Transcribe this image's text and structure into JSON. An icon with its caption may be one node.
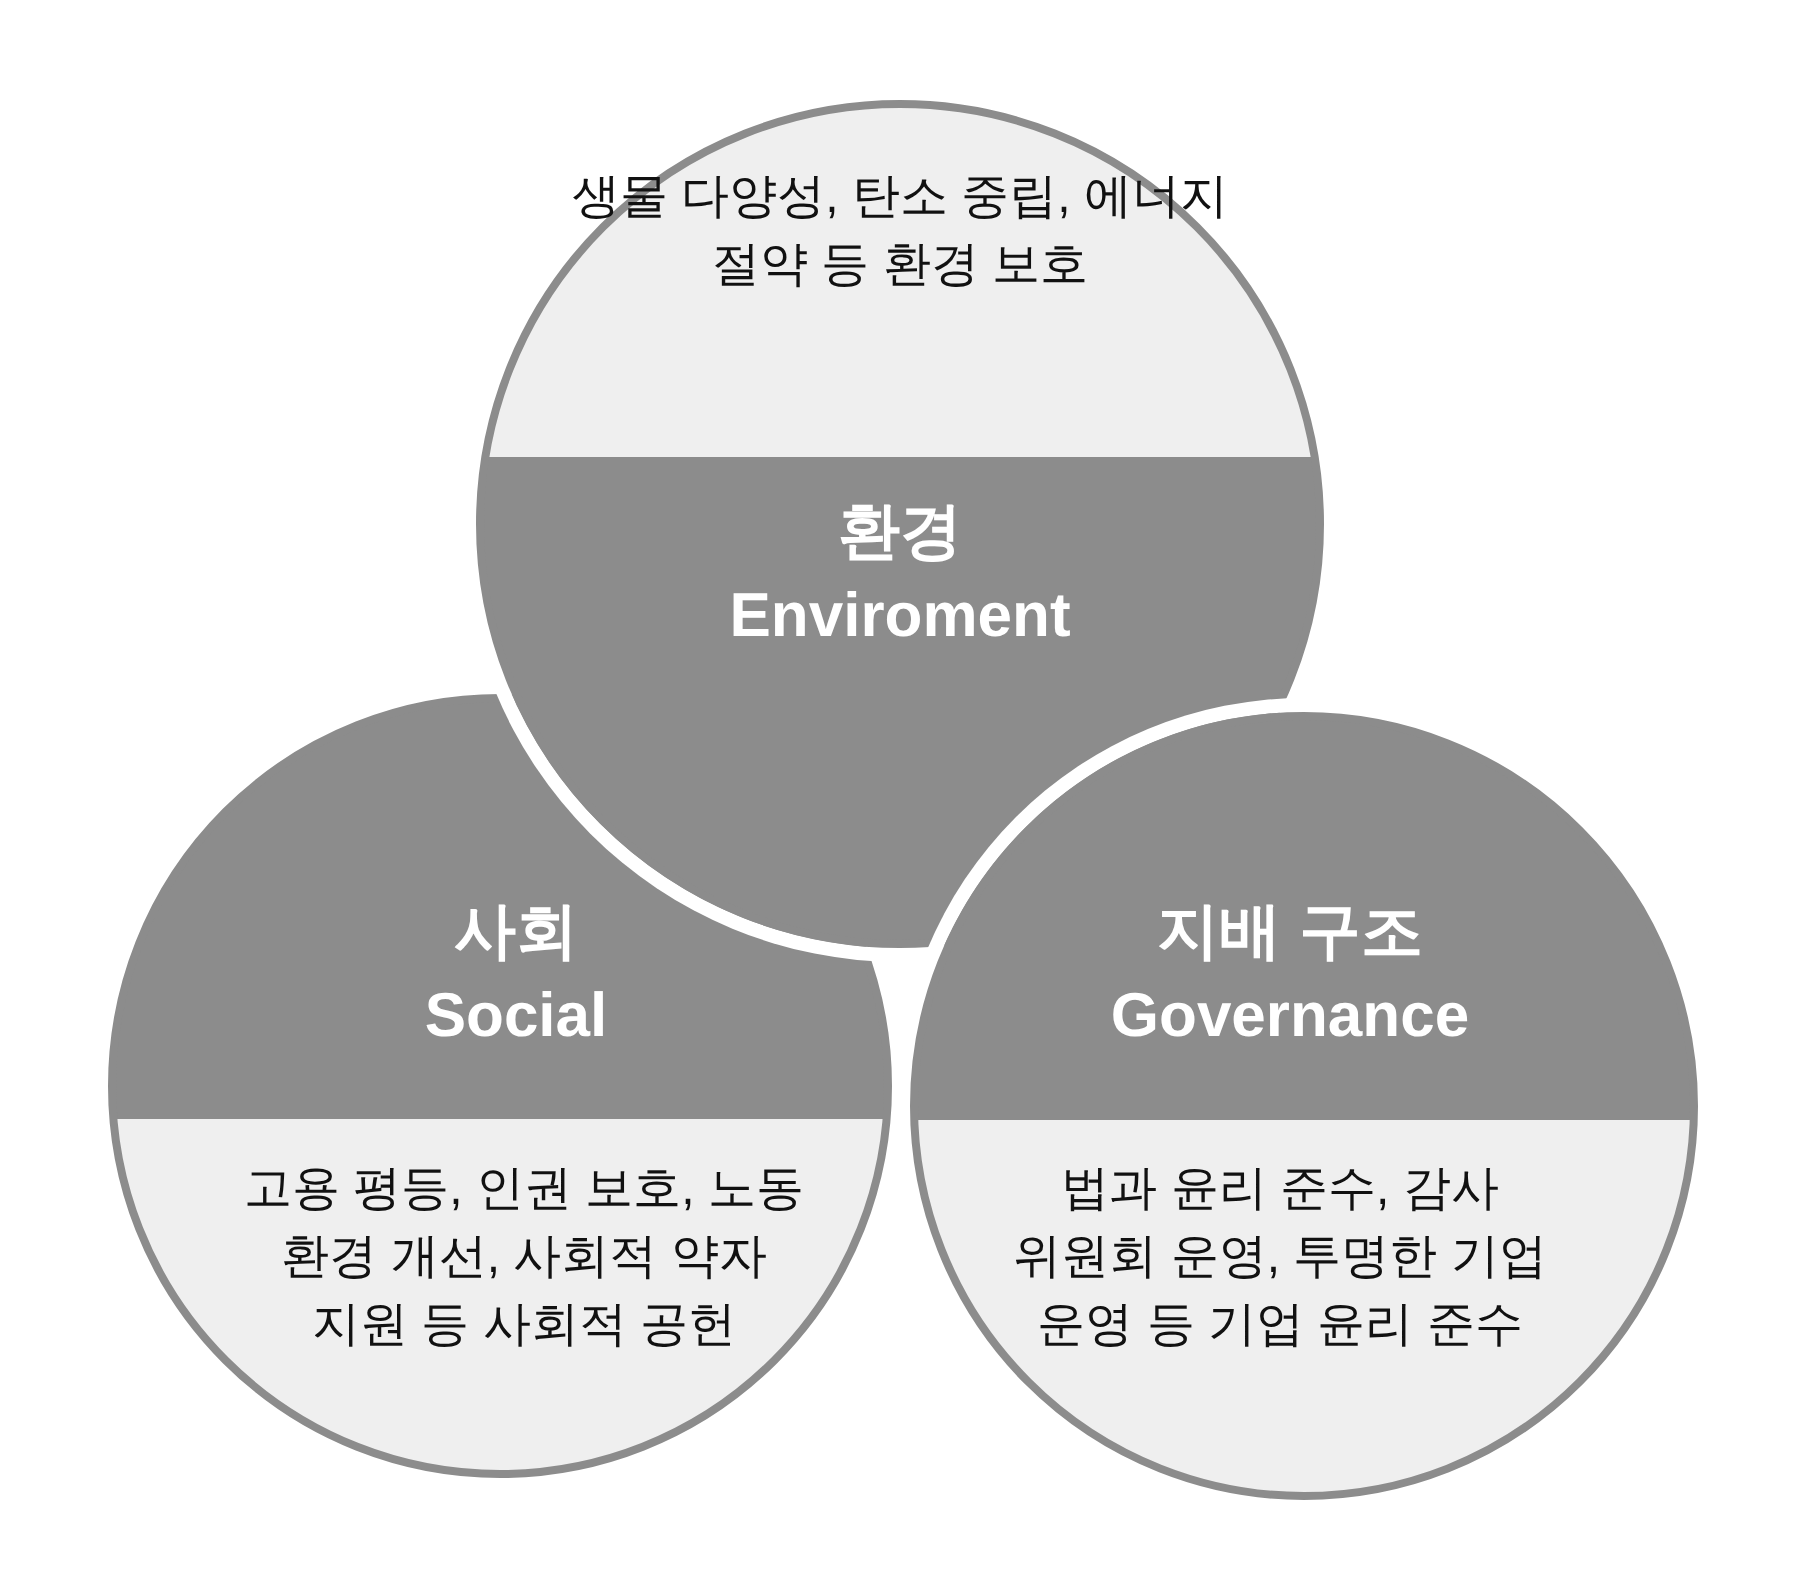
{
  "diagram": {
    "nodes": [
      {
        "text": [
          "생물 다양성, 탄소 중립, 에너지 절약 등 환경 보호",
          "환경 Enviroment"
        ]
      },
      {
        "text": [
          "사회 Social",
          "고용 평등, 인권 보호, 노동 환경 개선, 사회적 약자 지원 등 사회적 공헌"
        ]
      },
      {
        "text": [
          "지배 구조 Governance",
          "법과 윤리 준수, 감사 위원회 운영, 투명한 기업 운영 등 기업 윤리 준수"
        ]
      }
    ],
    "edges": []
  }
}
